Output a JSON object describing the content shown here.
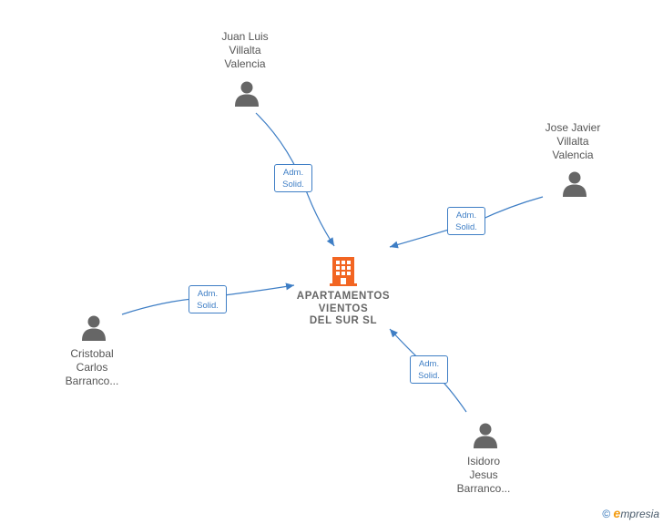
{
  "company": {
    "name_lines": [
      "APARTAMENTOS",
      "VIENTOS",
      "DEL SUR  SL"
    ],
    "icon": "building-icon",
    "color": "#f26522"
  },
  "people": [
    {
      "id": "juan-luis",
      "name_lines": [
        "Juan Luis",
        "Villalta",
        "Valencia"
      ],
      "icon": "person-icon"
    },
    {
      "id": "jose-javier",
      "name_lines": [
        "Jose Javier",
        "Villalta",
        "Valencia"
      ],
      "icon": "person-icon"
    },
    {
      "id": "cristobal",
      "name_lines": [
        "Cristobal",
        "Carlos",
        "Barranco..."
      ],
      "icon": "person-icon"
    },
    {
      "id": "isidoro",
      "name_lines": [
        "Isidoro",
        "Jesus",
        "Barranco..."
      ],
      "icon": "person-icon"
    }
  ],
  "relations": [
    {
      "from": "juan-luis",
      "to": "company",
      "label_lines": [
        "Adm.",
        "Solid."
      ]
    },
    {
      "from": "jose-javier",
      "to": "company",
      "label_lines": [
        "Adm.",
        "Solid."
      ]
    },
    {
      "from": "cristobal",
      "to": "company",
      "label_lines": [
        "Adm.",
        "Solid."
      ]
    },
    {
      "from": "isidoro",
      "to": "company",
      "label_lines": [
        "Adm.",
        "Solid."
      ]
    }
  ],
  "colors": {
    "edge": "#3e7ec5",
    "person": "#666666",
    "text": "#555555"
  },
  "footer": {
    "copyright": "©",
    "brand_initial": "e",
    "brand_rest": "mpresia"
  }
}
